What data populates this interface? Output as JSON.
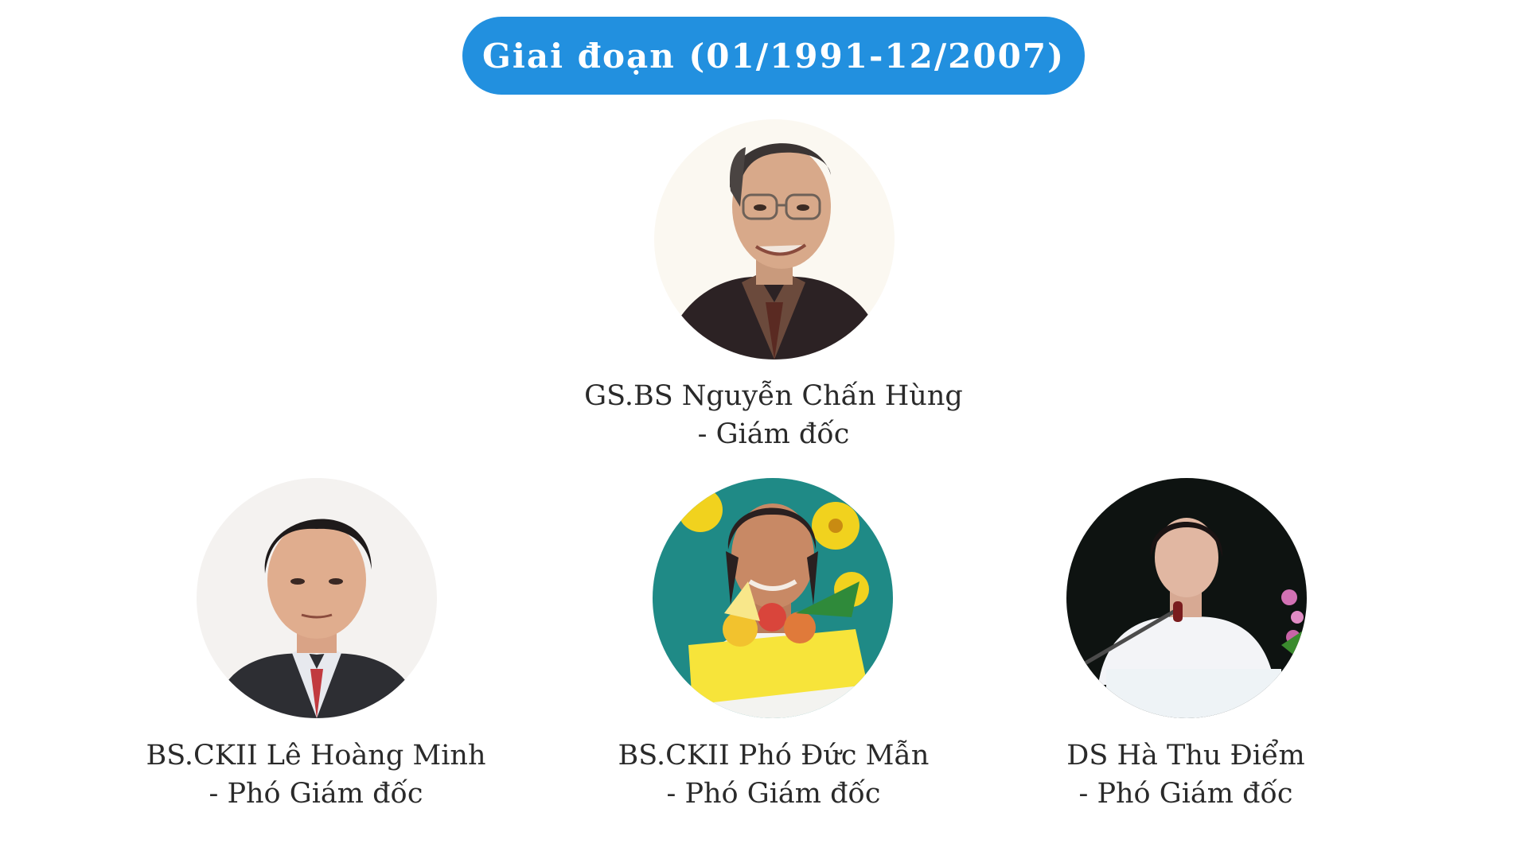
{
  "header": {
    "title": "Giai đoạn (01/1991-12/2007)",
    "accent_color": "#2290df"
  },
  "director": {
    "name": "GS.BS Nguyễn Chấn Hùng",
    "role": "- Giám đốc",
    "photo": "portrait-photo"
  },
  "deputies": [
    {
      "name": "BS.CKII Lê Hoàng Minh",
      "role": "- Phó Giám đốc",
      "photo": "portrait-photo"
    },
    {
      "name": "BS.CKII Phó Đức Mẫn",
      "role": "- Phó Giám đốc",
      "photo": "portrait-photo-with-flowers"
    },
    {
      "name": "DS Hà Thu Điểm",
      "role": "- Phó Giám đốc",
      "photo": "photo-speaking-at-podium"
    }
  ]
}
